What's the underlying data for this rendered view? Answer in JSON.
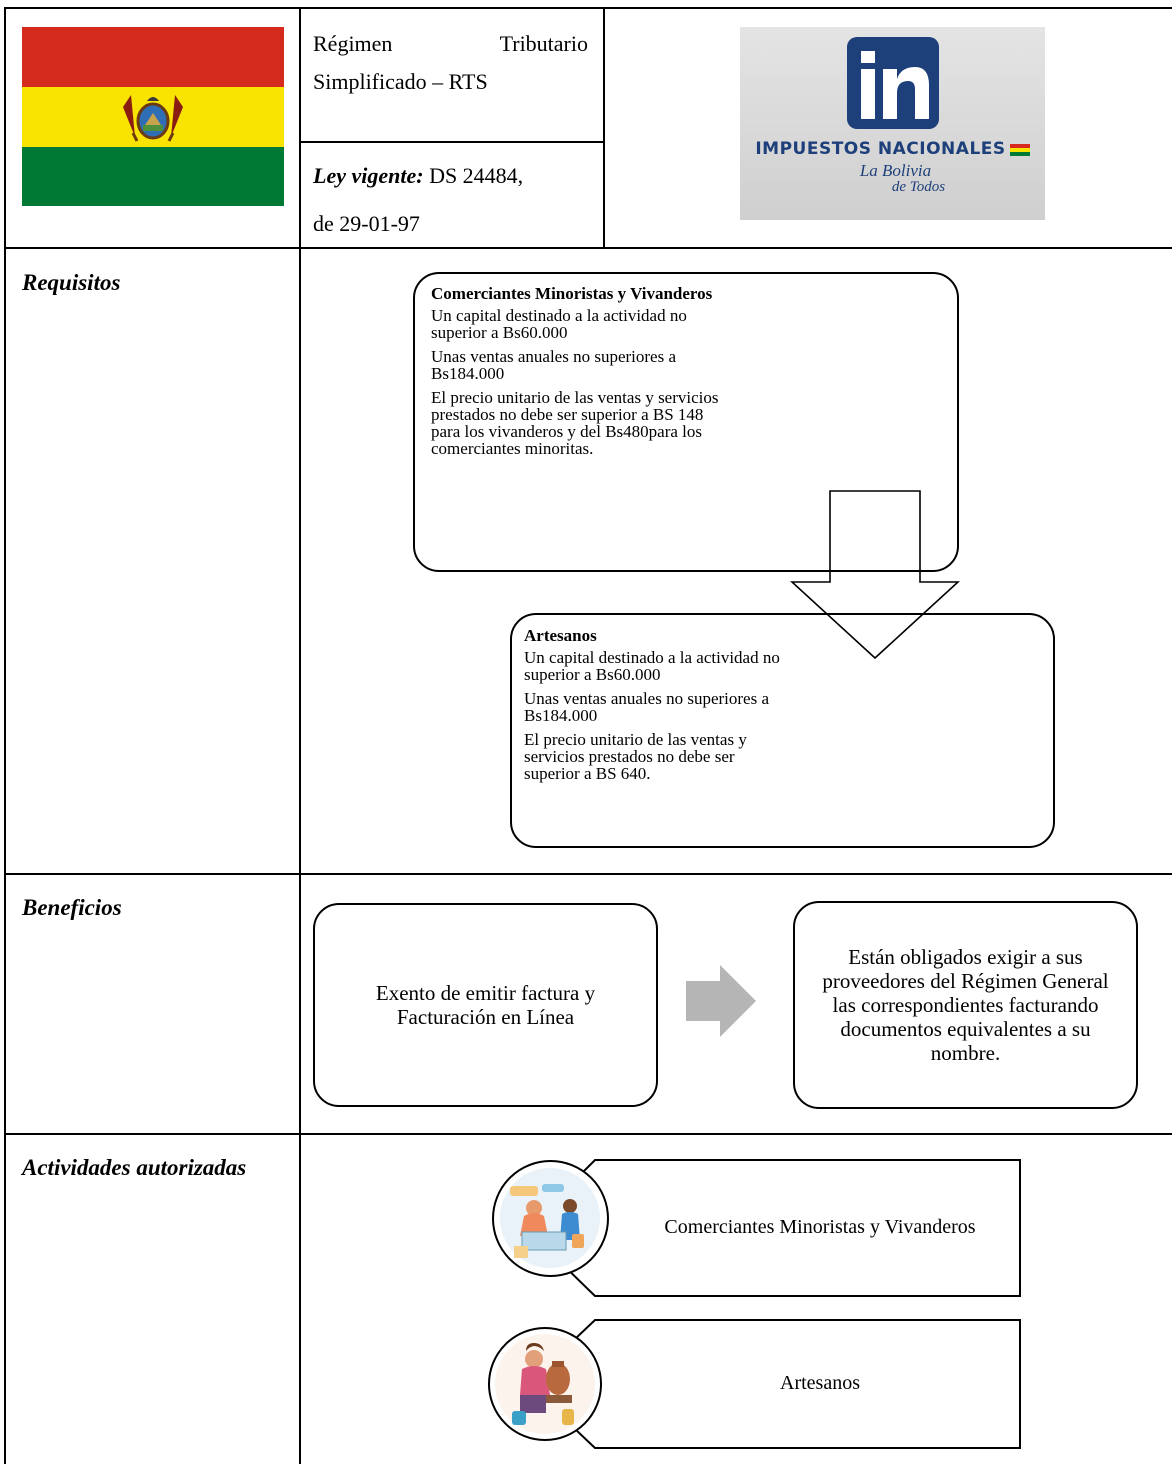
{
  "header": {
    "regimen_line1_a": "Régimen",
    "regimen_line1_b": "Tributario",
    "regimen_line2": "Simplificado – RTS",
    "ley_label": "Ley vigente:",
    "ley_value": "DS 24484,",
    "ley_date": "de 29-01-97",
    "logo_title": "IMPUESTOS NACIONALES",
    "logo_slogan_1": "La Bolivia",
    "logo_slogan_2": "de Todos"
  },
  "rows": {
    "requisitos": "Requisitos",
    "beneficios": "Beneficios",
    "actividades": "Actividades autorizadas"
  },
  "requisitos": {
    "box1": {
      "title": "Comerciantes Minoristas y Vivanderos",
      "items": [
        "Un capital destinado a la actividad no superior a Bs60.000",
        "Unas ventas anuales no superiores a Bs184.000",
        "El precio unitario de las ventas y servicios prestados no debe ser superior a BS 148 para los vivanderos y del Bs480para los comerciantes minoritas."
      ]
    },
    "box2": {
      "title": "Artesanos",
      "items": [
        "Un capital destinado a la actividad no superior a Bs60.000",
        "Unas ventas anuales no superiores a Bs184.000",
        "El precio unitario de las ventas y servicios prestados no debe ser superior a BS 640."
      ]
    }
  },
  "beneficios": {
    "left": "Exento de emitir factura y Facturación en Línea",
    "right": "Están obligados  exigir a sus proveedores del Régimen General las correspondientes facturando documentos equivalentes a su nombre."
  },
  "actividades": {
    "item1": "Comerciantes Minoristas y Vivanderos",
    "item2": "Artesanos"
  },
  "colors": {
    "flag_red": "#d52b1e",
    "flag_yellow": "#f9e300",
    "flag_green": "#007934",
    "logo_blue": "#1d3f7a",
    "logo_bg": "#dcdcdc",
    "arrow_gray": "#b5b5b5"
  }
}
